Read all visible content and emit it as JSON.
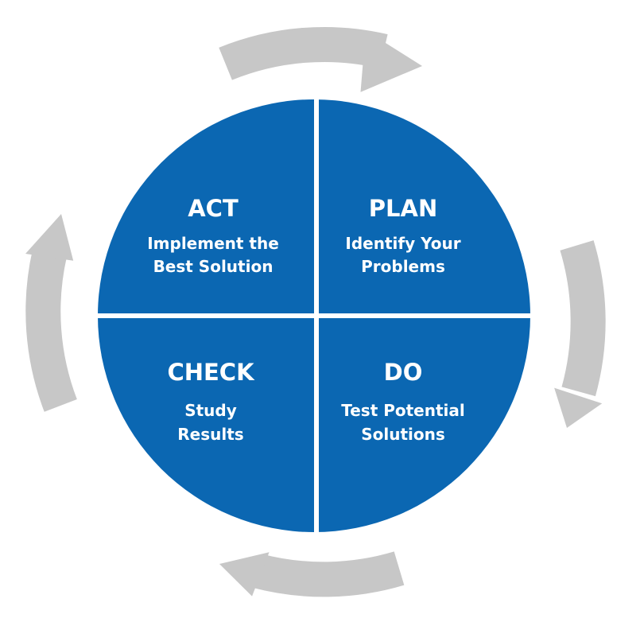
{
  "colors": {
    "quadrant_fill": "#0b67b2",
    "divider": "#ffffff",
    "text": "#ffffff",
    "arrow": "#c7c7c7",
    "background": "#ffffff"
  },
  "cycle_direction": "clockwise",
  "quadrants": {
    "act": {
      "title": "ACT",
      "line1": "Implement the",
      "line2": "Best Solution"
    },
    "plan": {
      "title": "PLAN",
      "line1": "Identify Your",
      "line2": "Problems"
    },
    "check": {
      "title": "CHECK",
      "line1": "Study",
      "line2": "Results"
    },
    "do": {
      "title": "DO",
      "line1": "Test Potential",
      "line2": "Solutions"
    }
  }
}
